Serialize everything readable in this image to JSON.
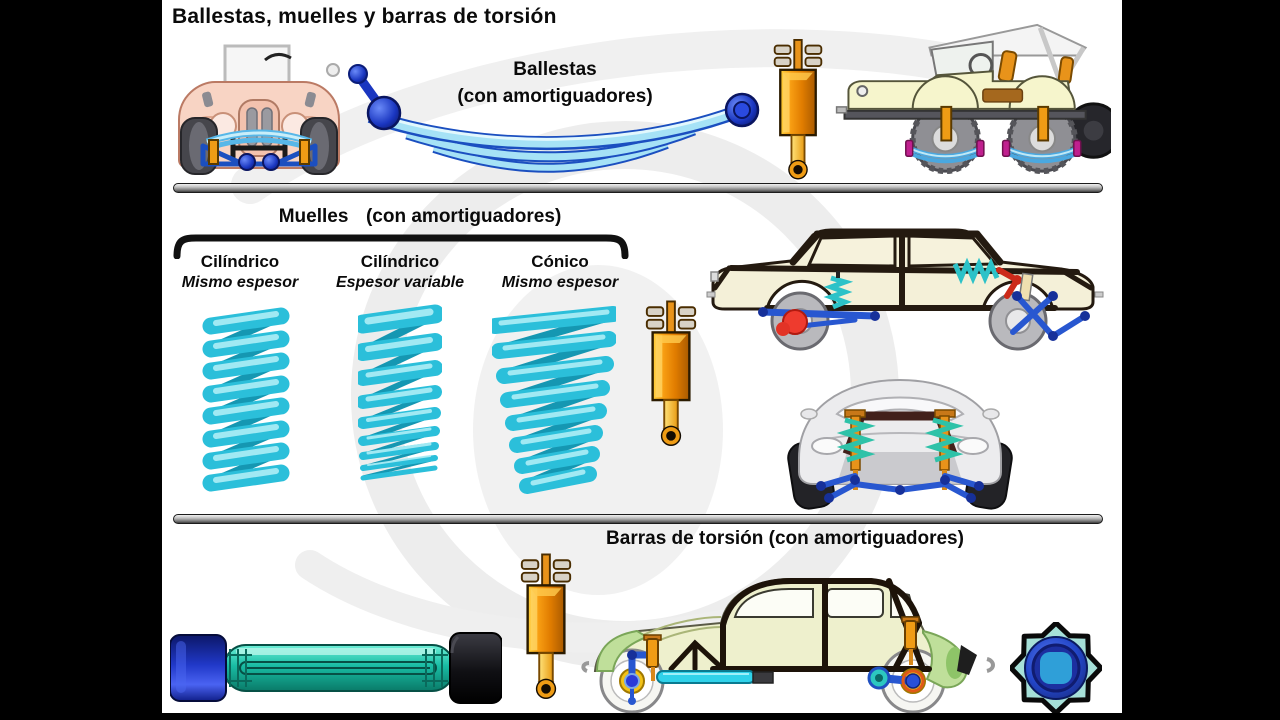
{
  "title": "Ballestas, muelles y barras de torsión",
  "sections": {
    "ballestas": {
      "label_line1": "Ballestas",
      "label_line2": "(con amortiguadores)"
    },
    "muelles": {
      "header_main": "Muelles",
      "header_paren": "(con amortiguadores)",
      "spring_types": [
        {
          "name": "Cilíndrico",
          "detail": "Mismo espesor"
        },
        {
          "name": "Cilíndrico",
          "detail": "Espesor variable"
        },
        {
          "name": "Cónico",
          "detail": "Mismo espesor"
        }
      ]
    },
    "barras": {
      "header": "Barras de torsión (con amortiguadores)"
    }
  },
  "colors": {
    "background": "#ffffff",
    "letterbox": "#000000",
    "spring_cyan": "#2bbfda",
    "leaf_spring_blue": "#1b4fc0",
    "shock_orange": "#ef9c15",
    "torsion_bar_teal": "#19bca4",
    "divider_gray": "#9a9a9a"
  },
  "illustrations": {
    "ballestas": [
      "vintage-car-front-illustration",
      "leaf-spring-illustration",
      "shock-absorber-illustration",
      "jeep-side-illustration"
    ],
    "muelles": [
      "coil-spring-cylindrical-uniform",
      "coil-spring-cylindrical-variable",
      "coil-spring-conical",
      "shock-absorber-illustration",
      "sedan-side-cutaway-illustration",
      "car-front-suspension-illustration"
    ],
    "barras": [
      "torsion-bar-illustration",
      "shock-absorber-illustration",
      "classic-car-side-cutaway-illustration",
      "torsion-bar-end-view-illustration"
    ]
  }
}
